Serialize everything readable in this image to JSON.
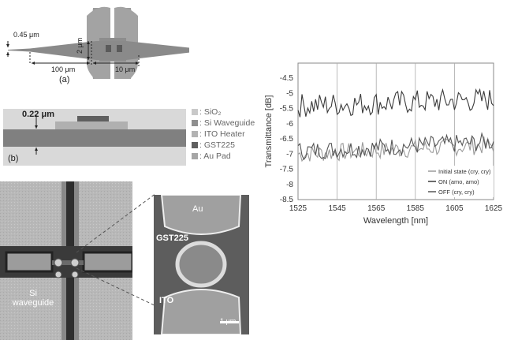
{
  "panel_a": {
    "dim_width": "0.45 μm",
    "dim_height": "2 μm",
    "dim_taper": "100 μm",
    "dim_pad": "10 μm",
    "caption": "(a)"
  },
  "panel_b": {
    "dim_thickness": "0.22 μm",
    "caption": "(b)",
    "legend": [
      {
        "label": ": SiO₂",
        "color": "#c9c9c9"
      },
      {
        "label": ": Si Waveguide",
        "color": "#8f8f8f"
      },
      {
        "label": ": ITO Heater",
        "color": "#b3b3b3"
      },
      {
        "label": ": GST225",
        "color": "#5f5f5f"
      },
      {
        "label": ": Au Pad",
        "color": "#a6a6a6"
      }
    ]
  },
  "panel_c": {
    "label_waveguide": "Si\nwaveguide",
    "label_au": "Au",
    "label_gst": "GST225",
    "label_ito": "ITO",
    "scale_bar": "1 μm"
  },
  "chart_data": {
    "type": "line",
    "xlabel": "Wavelength [nm]",
    "ylabel": "Transmittance [dB]",
    "xlim": [
      1525,
      1625
    ],
    "ylim": [
      -8.5,
      -4.0
    ],
    "xticks": [
      1525,
      1545,
      1565,
      1585,
      1605,
      1625
    ],
    "yticks": [
      -4.5,
      -5,
      -5.5,
      -6,
      -6.5,
      -7,
      -7.5,
      -8,
      -8.5
    ],
    "grid": "vertical",
    "legend_position": "bottom-right",
    "series": [
      {
        "name": "Initial state (cry, cry)",
        "color": "#9a9a9a",
        "approx_mean": -6.85,
        "approx_amplitude": 0.3
      },
      {
        "name": "ON (amo, amo)",
        "color": "#3a3a3a",
        "approx_mean": -5.3,
        "approx_amplitude": 0.4
      },
      {
        "name": "OFF (cry, cry)",
        "color": "#555555",
        "approx_mean": -6.75,
        "approx_amplitude": 0.3
      }
    ]
  }
}
